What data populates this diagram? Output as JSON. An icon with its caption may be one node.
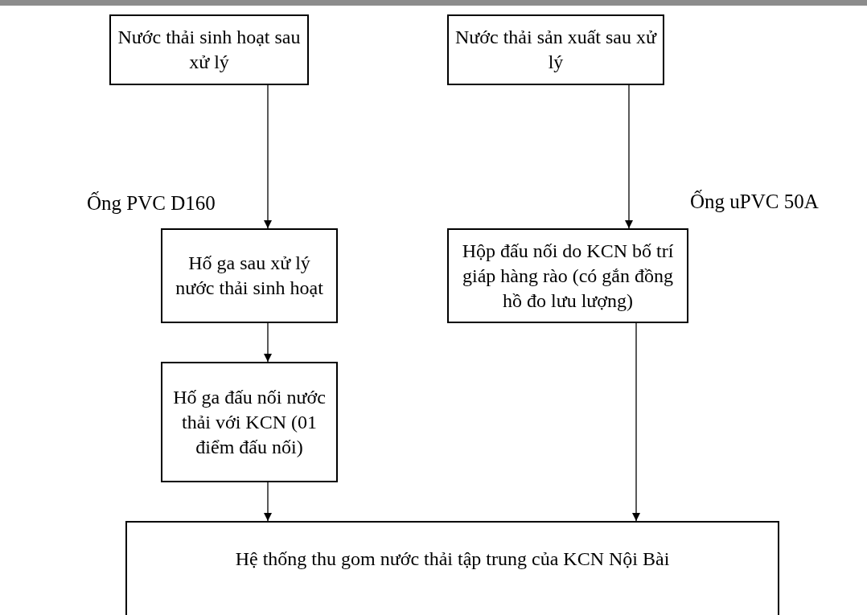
{
  "diagram": {
    "nodes": [
      {
        "text": [
          "Nước thải sinh hoạt sau xử lý"
        ]
      },
      {
        "text": [
          "Nước thải sản xuất sau xử lý"
        ]
      },
      {
        "text": [
          "Hố ga sau xử lý nước thải sinh hoạt"
        ]
      },
      {
        "text": [
          "Hộp đấu nối do KCN bố trí giáp hàng rào (có gắn đồng hồ đo lưu lượng)"
        ]
      },
      {
        "text": [
          "Hố ga đấu nối nước thải với KCN (01 điểm đấu nối)"
        ]
      },
      {
        "text": [
          "Hệ thống thu gom nước thải tập trung của KCN Nội Bài"
        ]
      }
    ],
    "edges": [
      {
        "from": 0,
        "to": 2,
        "arrow": "to",
        "label": "Ống PVC D160"
      },
      {
        "from": 1,
        "to": 3,
        "arrow": "to",
        "label": "Ống uPVC 50A"
      },
      {
        "from": 2,
        "to": 4,
        "arrow": "to"
      },
      {
        "from": 4,
        "to": 5,
        "arrow": "to"
      },
      {
        "from": 3,
        "to": 5,
        "arrow": "to"
      }
    ]
  }
}
